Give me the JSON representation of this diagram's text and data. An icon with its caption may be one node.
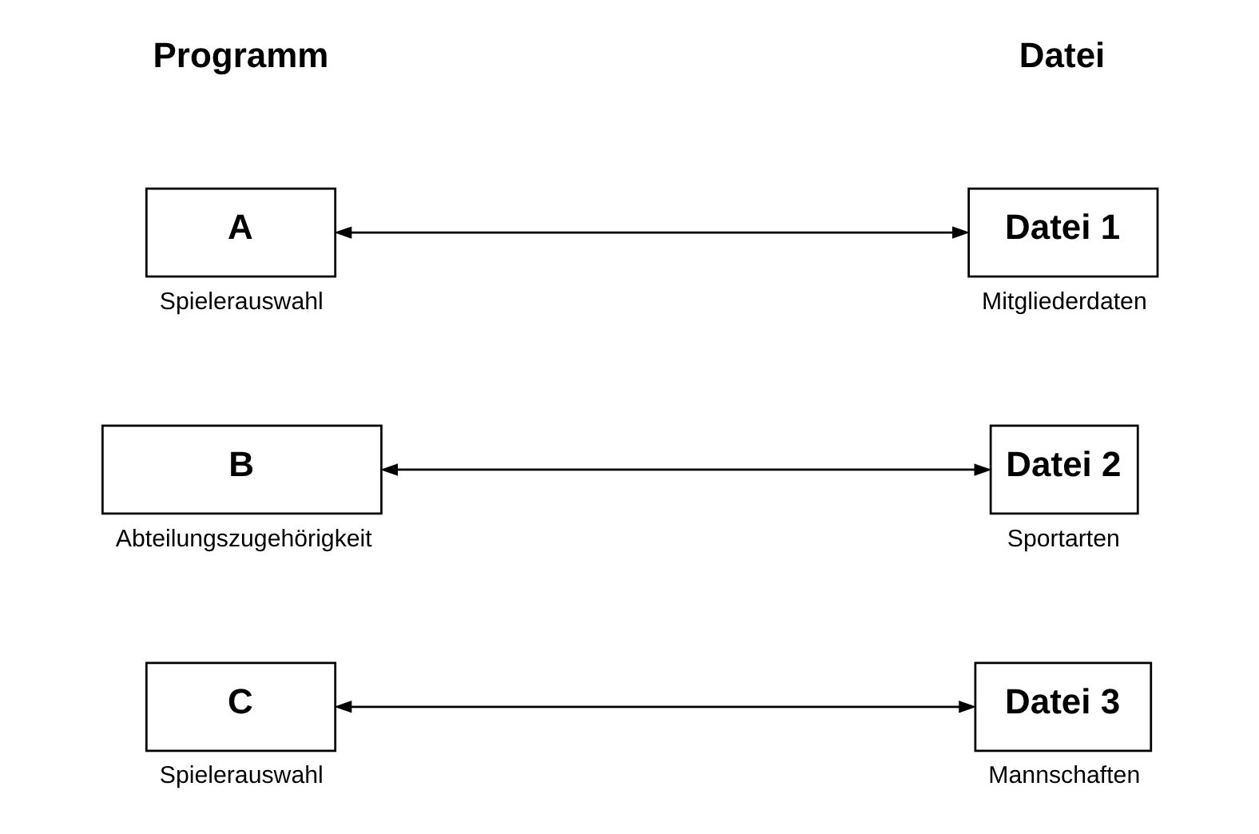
{
  "diagram": {
    "nodes": [
      {
        "text": [
          "A"
        ],
        "beside": [
          "Spielerauswahl"
        ]
      },
      {
        "text": [
          "Datei 1"
        ],
        "beside": [
          "Mitgliederdaten"
        ]
      },
      {
        "text": [
          "B"
        ],
        "beside": [
          "Abteilungszugehörigkeit"
        ]
      },
      {
        "text": [
          "Datei 2"
        ],
        "beside": [
          "Sportarten"
        ]
      },
      {
        "text": [
          "C"
        ],
        "beside": [
          "Spielerauswahl"
        ]
      },
      {
        "text": [
          "Datei 3"
        ],
        "beside": [
          "Mannschaften"
        ]
      }
    ],
    "edges": [
      {
        "from": 0,
        "to": 1,
        "arrow": "both"
      },
      {
        "from": 2,
        "to": 3,
        "arrow": "both"
      },
      {
        "from": 4,
        "to": 5,
        "arrow": "both"
      }
    ],
    "labels": [
      "Programm",
      "Datei"
    ]
  }
}
